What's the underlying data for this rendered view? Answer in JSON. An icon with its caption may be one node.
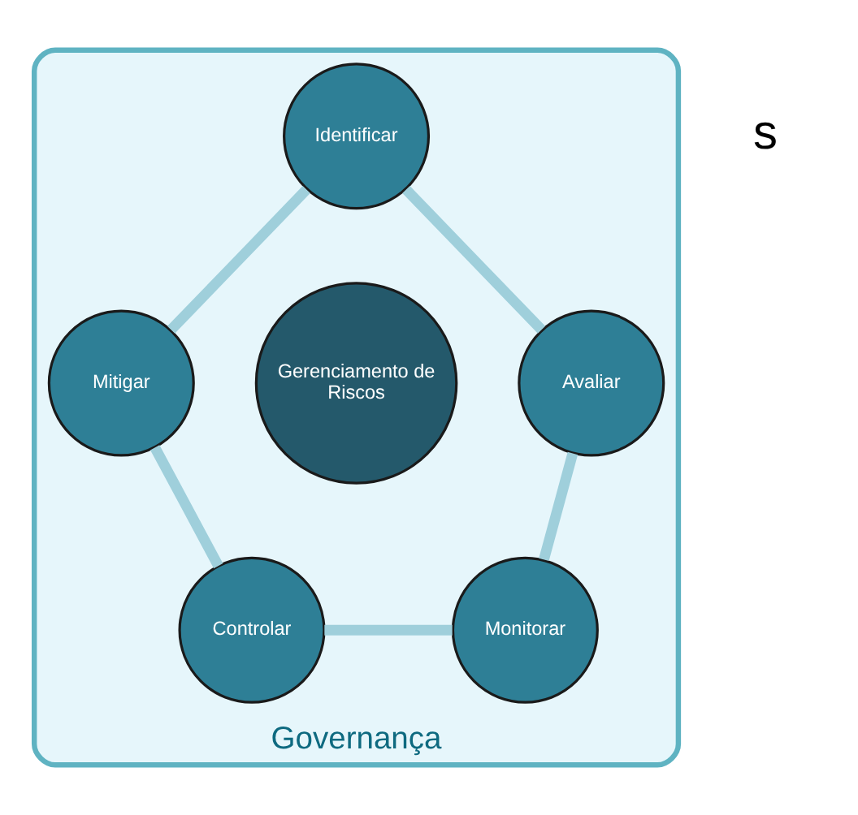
{
  "diagram": {
    "nodes": [
      {
        "text": [
          "Governança"
        ]
      },
      {
        "text": [
          "Identificar"
        ],
        "in": 0
      },
      {
        "text": [
          "Avaliar"
        ],
        "in": 0
      },
      {
        "text": [
          "Monitorar"
        ],
        "in": 0
      },
      {
        "text": [
          "Controlar"
        ],
        "in": 0
      },
      {
        "text": [
          "Mitigar"
        ],
        "in": 0
      },
      {
        "text": [
          "Gerenciamento de Riscos"
        ],
        "in": 0
      }
    ],
    "edges": [
      {
        "from": 1,
        "to": 2,
        "arrow": "none"
      },
      {
        "from": 2,
        "to": 3,
        "arrow": "none"
      },
      {
        "from": 3,
        "to": 4,
        "arrow": "none"
      },
      {
        "from": 4,
        "to": 5,
        "arrow": "none"
      },
      {
        "from": 5,
        "to": 1,
        "arrow": "none"
      }
    ],
    "labels": [
      "s"
    ]
  }
}
